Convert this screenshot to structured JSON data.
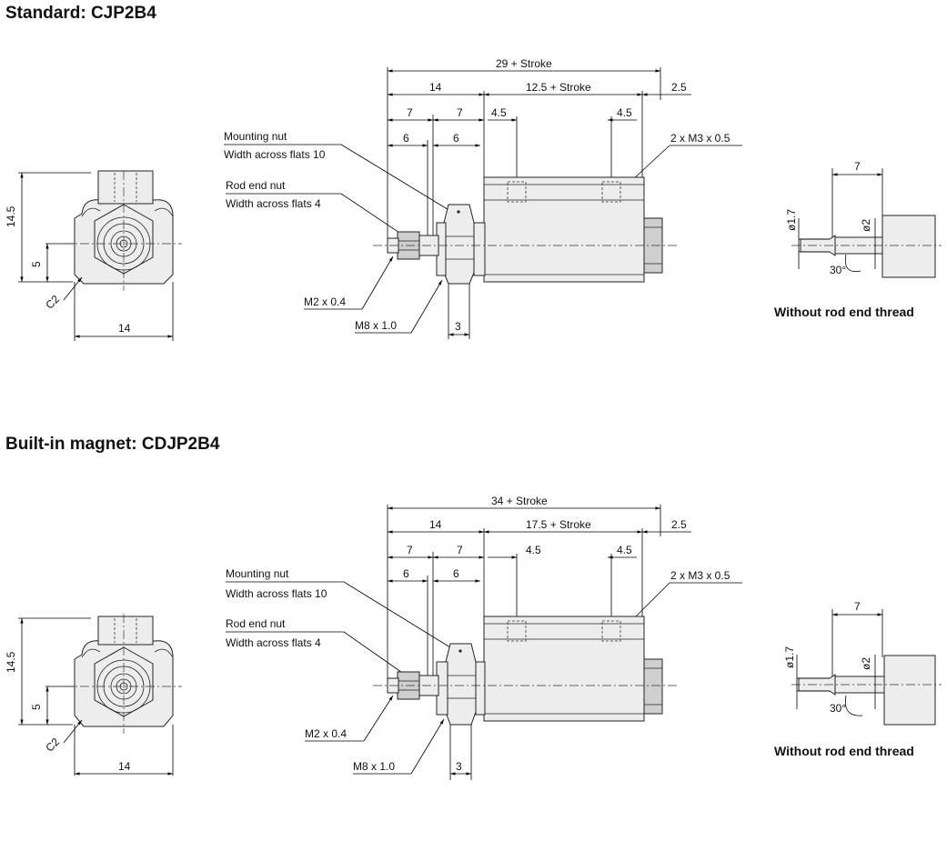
{
  "sections": [
    {
      "title": "Standard: CJP2B4",
      "labels": {
        "overall_length": "29 + Stroke",
        "rod_side_length": "14",
        "body_length": "12.5 + Stroke",
        "rear_length": "2.5",
        "seven_a": "7",
        "seven_b": "7",
        "port_a": "4.5",
        "port_b": "4.5",
        "six_a": "6",
        "six_b": "6",
        "port_thread": "2 x M3 x 0.5",
        "mounting_nut": "Mounting nut",
        "mounting_nut_width": "Width across flats 10",
        "rod_end_nut": "Rod end nut",
        "rod_end_nut_width": "Width across flats 4",
        "rod_thread": "M2 x 0.4",
        "mount_thread": "M8 x 1.0",
        "nut_thickness": "3",
        "height": "14.5",
        "center_height": "5",
        "chamfer": "C2",
        "width": "14",
        "detail_len": "7",
        "detail_d1": "ø1.7",
        "detail_d2": "ø2",
        "detail_angle": "30°",
        "detail_caption": "Without rod end thread"
      }
    },
    {
      "title": "Built-in magnet: CDJP2B4",
      "labels": {
        "overall_length": "34 + Stroke",
        "rod_side_length": "14",
        "body_length": "17.5 + Stroke",
        "rear_length": "2.5",
        "seven_a": "7",
        "seven_b": "7",
        "port_a": "4.5",
        "port_b": "4.5",
        "six_a": "6",
        "six_b": "6",
        "port_thread": "2 x M3 x 0.5",
        "mounting_nut": "Mounting nut",
        "mounting_nut_width": "Width across flats 10",
        "rod_end_nut": "Rod end nut",
        "rod_end_nut_width": "Width across flats 4",
        "rod_thread": "M2 x 0.4",
        "mount_thread": "M8 x 1.0",
        "nut_thickness": "3",
        "height": "14.5",
        "center_height": "5",
        "chamfer": "C2",
        "width": "14",
        "detail_len": "7",
        "detail_d1": "ø1.7",
        "detail_d2": "ø2",
        "detail_angle": "30°",
        "detail_caption": "Without rod end thread"
      }
    }
  ]
}
